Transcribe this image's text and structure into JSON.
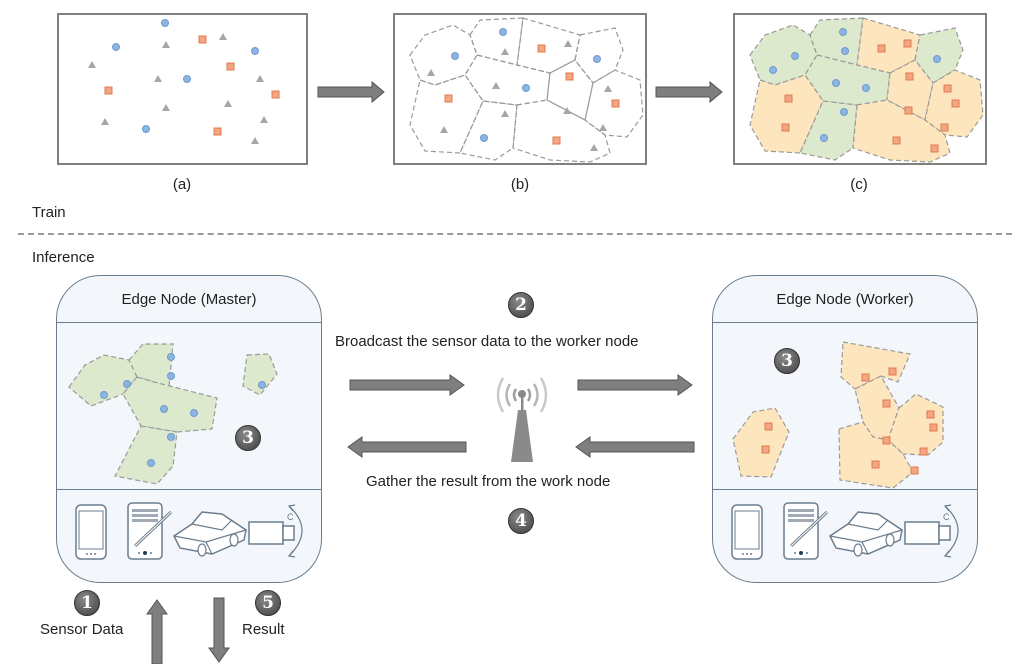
{
  "train": {
    "section_label": "Train",
    "panels": [
      {
        "caption": "(a)",
        "description": "raw sensor points (circles, squares, triangles)"
      },
      {
        "caption": "(b)",
        "description": "points partitioned into regions"
      },
      {
        "caption": "(c)",
        "description": "regions assigned to master (green) and worker (orange)"
      }
    ]
  },
  "inference": {
    "section_label": "Inference",
    "master": {
      "title": "Edge Node (Master)",
      "step_badge": "3"
    },
    "worker": {
      "title": "Edge Node (Worker)",
      "step_badge": "3"
    },
    "broadcast": {
      "step_badge": "2",
      "text": "Broadcast the sensor data to the worker node"
    },
    "gather": {
      "step_badge": "4",
      "text": "Gather the result from the work node"
    },
    "input": {
      "step_badge": "1",
      "text": "Sensor Data"
    },
    "output": {
      "step_badge": "5",
      "text": "Result"
    },
    "devices": [
      "smartphone-icon",
      "tablet-stylus-icon",
      "car-icon",
      "camera-icon"
    ]
  },
  "colors": {
    "green_region": "#dde9cc",
    "orange_region": "#fde6bd",
    "circle": "#8db4e2",
    "square": "#f4a582",
    "triangle": "#a6a6a6",
    "arrow": "#7f7f7f"
  }
}
